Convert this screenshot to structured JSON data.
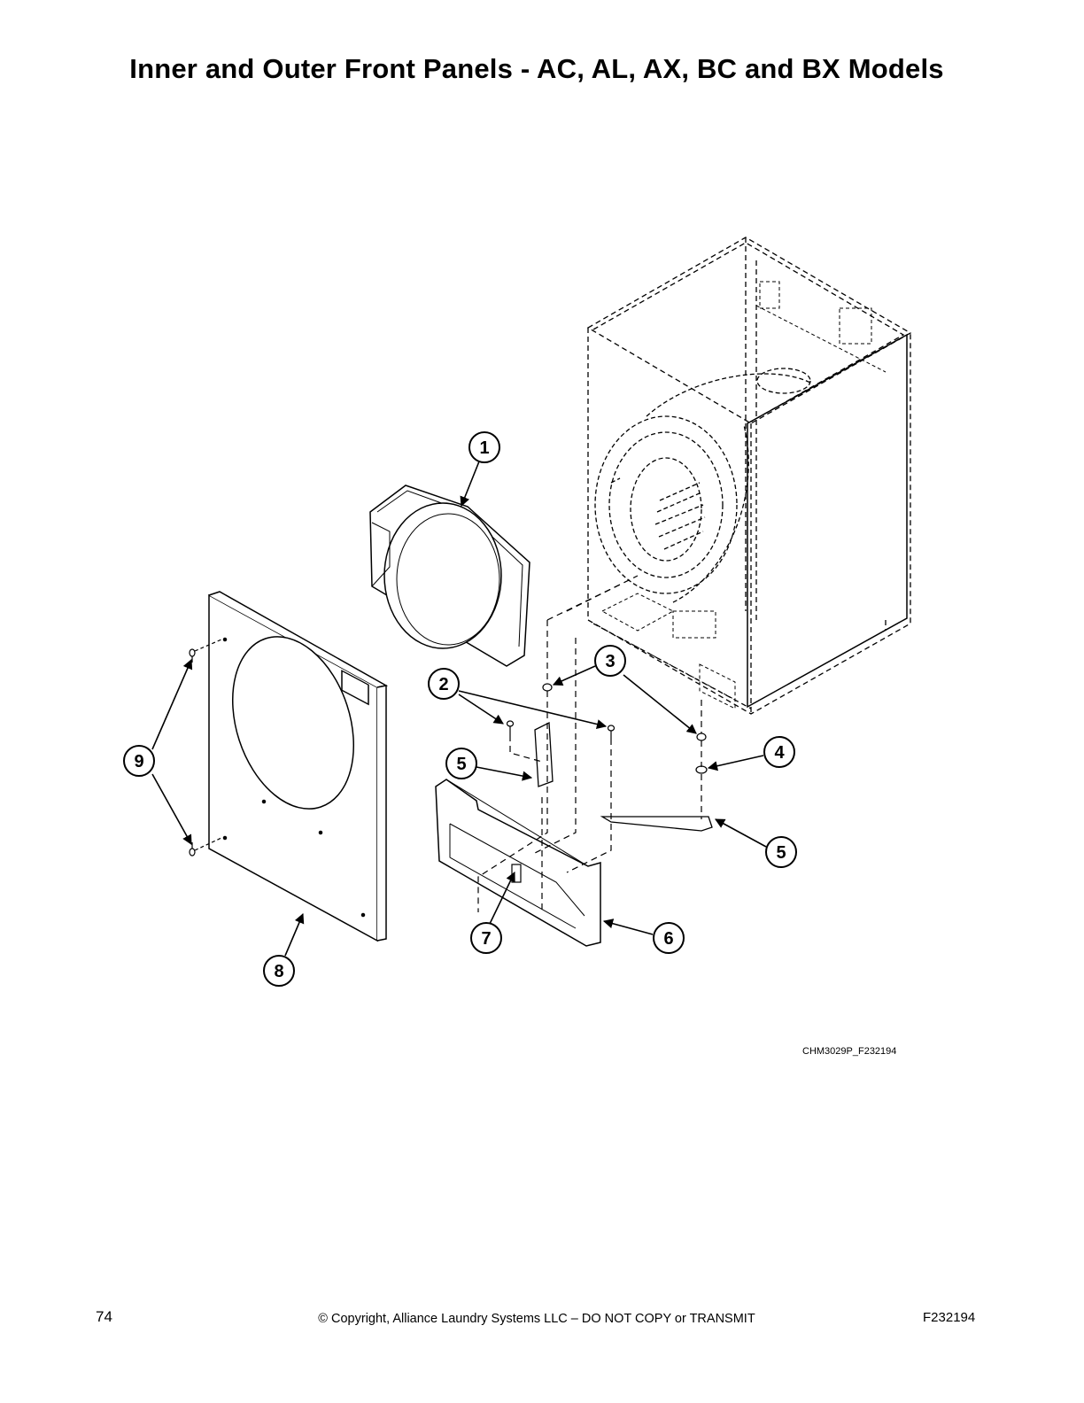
{
  "page": {
    "title": "Inner and Outer Front Panels  - AC, AL, AX, BC and BX Models",
    "figure_code": "CHM3029P_F232194",
    "page_number": "74",
    "copyright": "© Copyright, Alliance Laundry Systems LLC – DO NOT COPY or TRANSMIT",
    "document_id": "F232194"
  },
  "callouts": [
    "1",
    "2",
    "3",
    "4",
    "5",
    "5",
    "6",
    "7",
    "8",
    "9"
  ]
}
